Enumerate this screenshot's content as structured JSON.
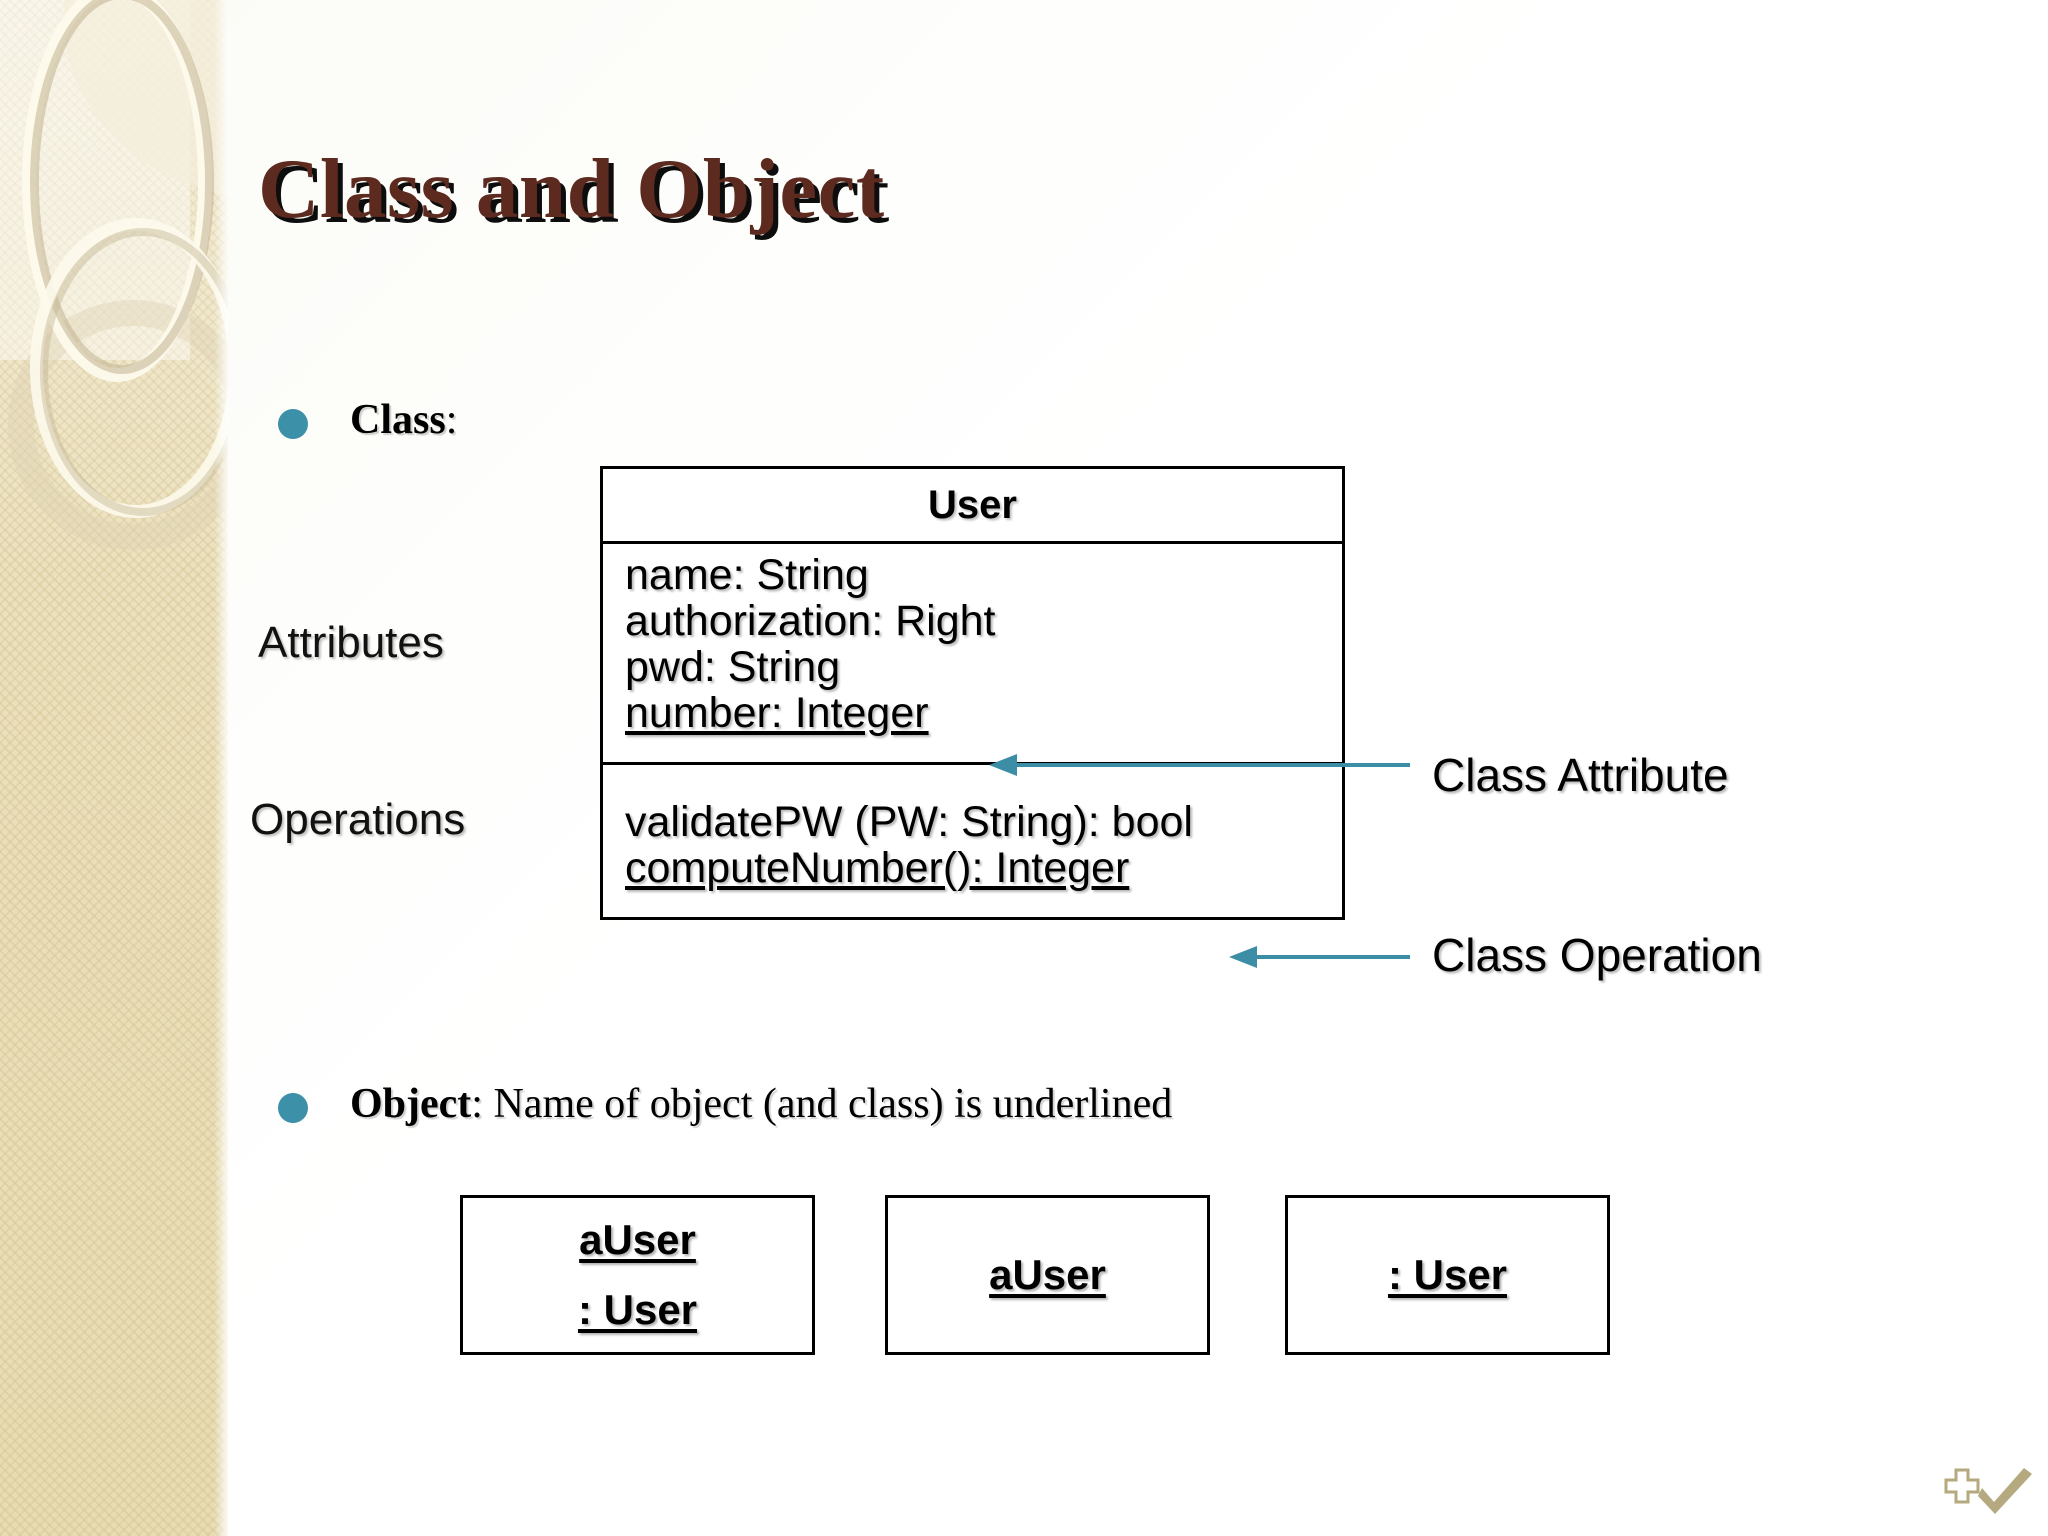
{
  "slide": {
    "title": "Class and Object"
  },
  "bullets": {
    "class": {
      "strong": "Class",
      "rest": ":"
    },
    "object": {
      "strong": "Object",
      "rest": ": Name of object (and class) is underlined"
    }
  },
  "side_labels": {
    "attributes": "Attributes",
    "operations": "Operations"
  },
  "uml_class": {
    "name": "User",
    "attributes": [
      {
        "text": "name: String",
        "static": false
      },
      {
        "text": "authorization: Right",
        "static": false
      },
      {
        "text": "pwd: String",
        "static": false
      },
      {
        "text": "number: Integer",
        "static": true
      }
    ],
    "operations": [
      {
        "text": "validatePW (PW: String): bool",
        "static": false
      },
      {
        "text": "computeNumber(): Integer",
        "static": true
      }
    ]
  },
  "annotations": [
    {
      "label": "Class Attribute",
      "target": "number: Integer"
    },
    {
      "label": "Class Operation",
      "target": "computeNumber(): Integer"
    }
  ],
  "object_boxes": [
    {
      "lines": [
        "aUser",
        ": User"
      ]
    },
    {
      "lines": [
        "aUser"
      ]
    },
    {
      "lines": [
        ": User"
      ]
    }
  ],
  "colors": {
    "title": "#5C2A1E",
    "bullet": "#3C90A8",
    "arrow": "#3B8EA5",
    "sidebar": "#eadfb9",
    "corner_mark": "#b5a97f"
  },
  "corner_mark": {
    "plus": "plus-icon",
    "check": "check-icon"
  }
}
